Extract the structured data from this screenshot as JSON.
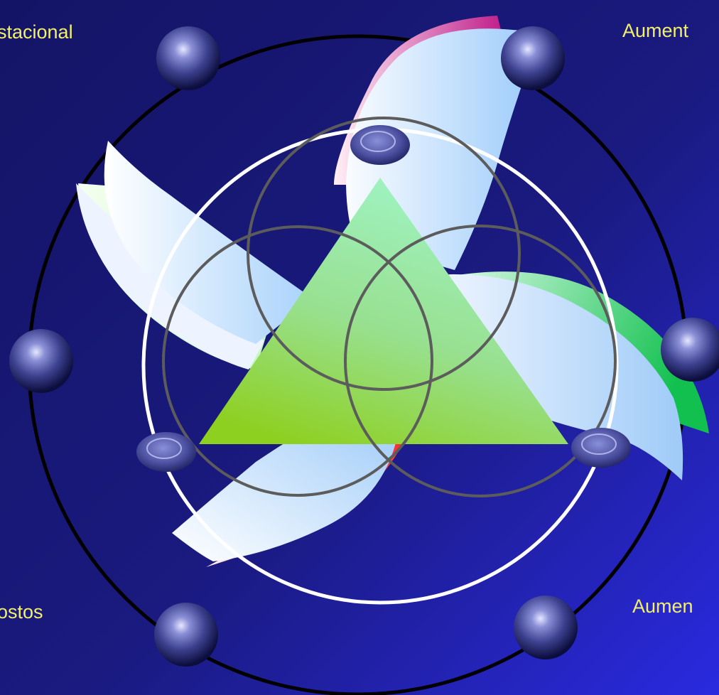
{
  "labels": {
    "top_left": "stacional",
    "top_right": "Aument",
    "bottom_left": "ostos",
    "bottom_right": "Aumen"
  },
  "colors": {
    "label_text": "#f2ef6a",
    "triangle_top": "#a0f5c8",
    "triangle_bottom": "#8ed020",
    "ribbon_light": "#f4f8ff",
    "ribbon_blue": "#9fcdfb",
    "accent_magenta": "#c0208c",
    "accent_green": "#1ec45a",
    "accent_red": "#ff2020",
    "ring_outer": "#000000",
    "ring_inner": "#ffffff",
    "venn_ring": "#5c5c5c",
    "node": "#4d5098"
  }
}
